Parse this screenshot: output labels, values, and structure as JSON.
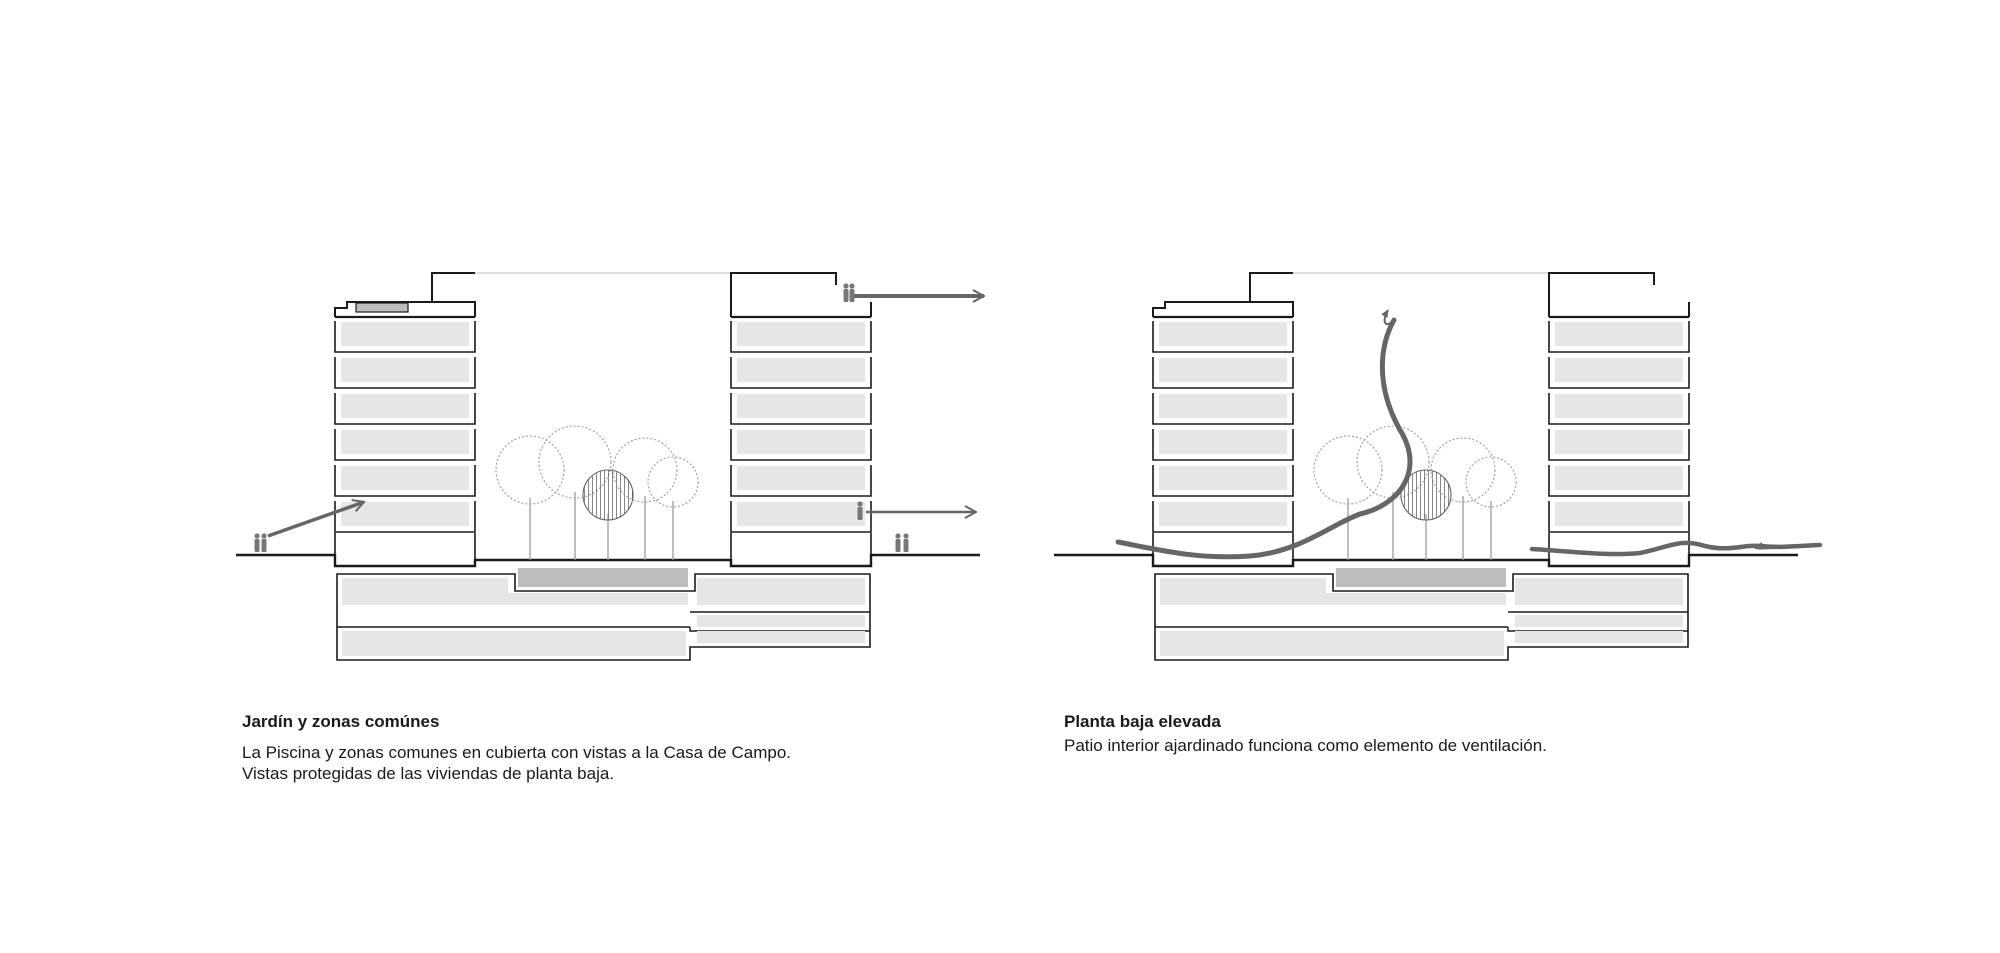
{
  "panels": [
    {
      "title": "Jardín y zonas comúnes",
      "lines": [
        "La Piscina y zonas comunes en cubierta con vistas a la Casa de Campo.",
        "Vistas protegidas de las viviendas de planta baja."
      ]
    },
    {
      "title": "Planta baja elevada",
      "lines": [
        "Patio interior ajardinado funciona como elemento de ventilación."
      ]
    }
  ],
  "colors": {
    "line": "#1a1a1a",
    "floor_fill": "#e6e6e6",
    "pool_fill": "#bdbdbd",
    "arrow": "#666666",
    "tree": "#9a9a9a"
  },
  "icons": [
    "person-icon",
    "arrow-icon",
    "tree-icon",
    "airflow-icon"
  ]
}
